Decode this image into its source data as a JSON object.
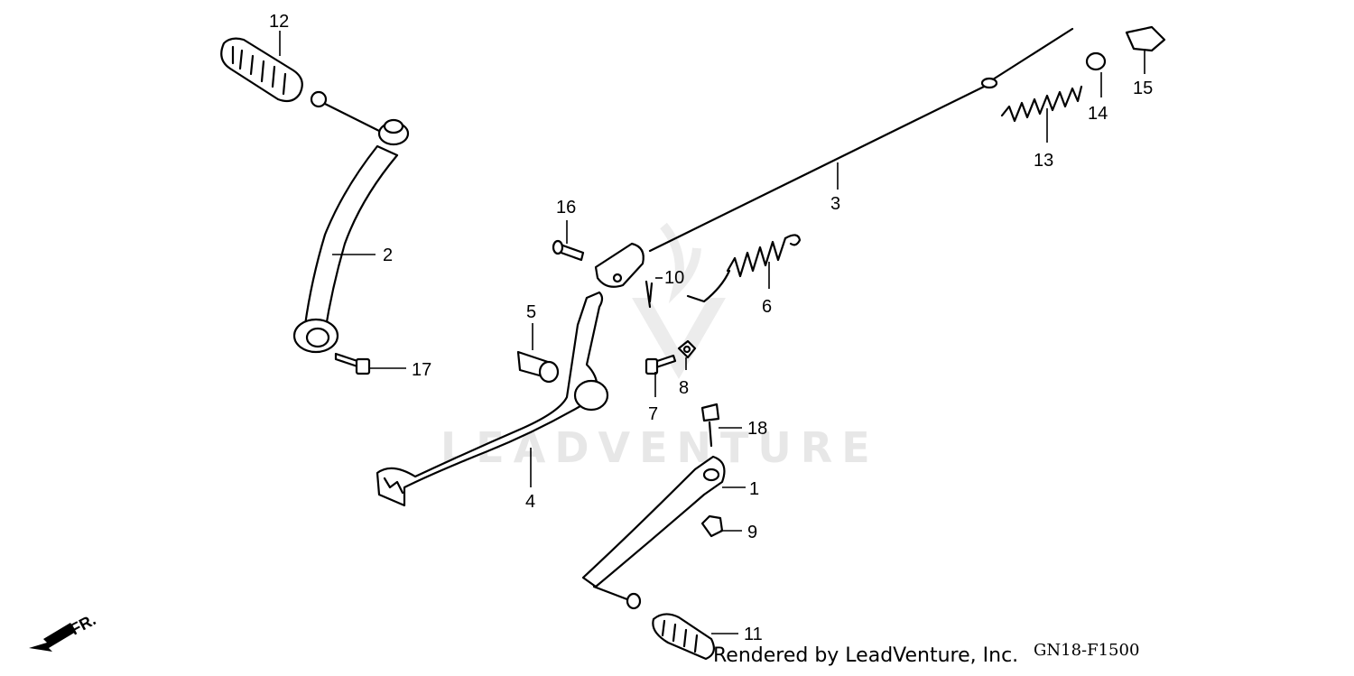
{
  "watermark": {
    "brand": "LEADVENTURE"
  },
  "front_marker": {
    "label": "FR.",
    "icon": "arrow-down-left-icon"
  },
  "callouts": {
    "c1": "1",
    "c2": "2",
    "c3": "3",
    "c4": "4",
    "c5": "5",
    "c6": "6",
    "c7": "7",
    "c8": "8",
    "c9": "9",
    "c10": "10",
    "c11": "11",
    "c12": "12",
    "c13": "13",
    "c14": "14",
    "c15": "15",
    "c16": "16",
    "c17": "17",
    "c18": "18"
  },
  "footer": {
    "render_credit": "Rendered by LeadVenture, Inc.",
    "diagram_code": "GN18-F1500"
  }
}
